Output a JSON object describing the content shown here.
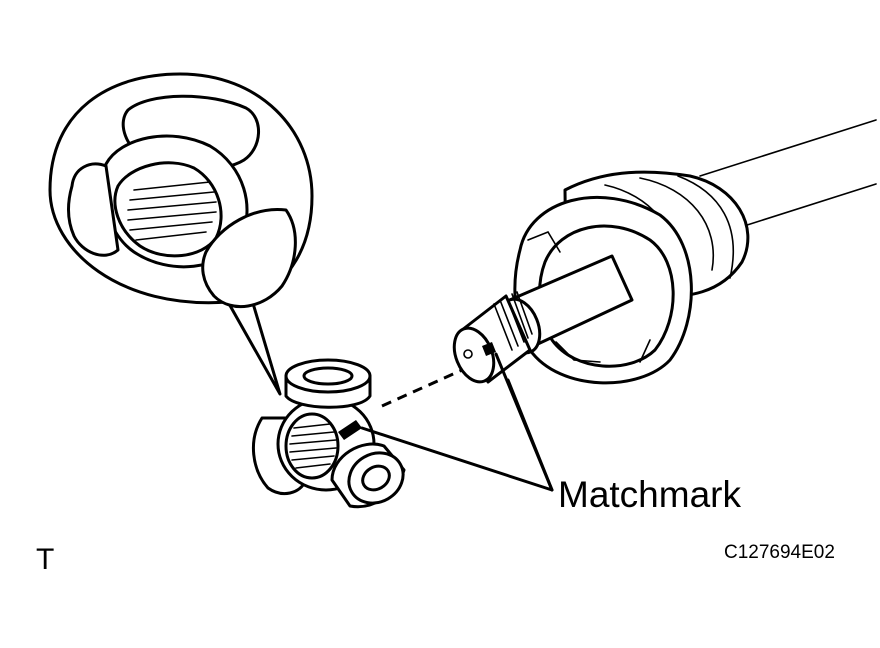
{
  "labels": {
    "callout": "Matchmark",
    "view_marker": "T",
    "figure_code": "C127694E02"
  }
}
